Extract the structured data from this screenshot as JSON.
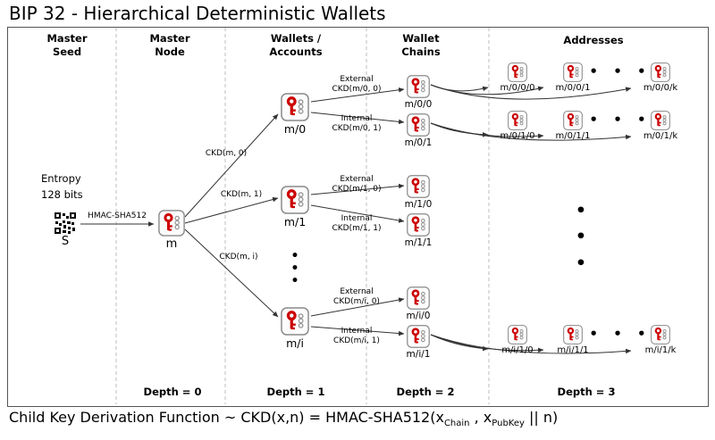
{
  "title": "BIP 32 - Hierarchical Deterministic Wallets",
  "columns": {
    "master_seed": "Master\nSeed",
    "master_node": "Master\nNode",
    "wallets": "Wallets /\nAccounts",
    "chains": "Wallet\nChains",
    "addresses": "Addresses"
  },
  "seed": {
    "entropy": "Entropy\n128 bits",
    "label": "S",
    "hmac_label": "HMAC-SHA512"
  },
  "master": {
    "label": "m"
  },
  "ckd_labels": [
    "CKD(m, 0)",
    "CKD(m, 1)",
    "CKD(m, i)"
  ],
  "wallet_labels": [
    "m/0",
    "m/1",
    "m/i"
  ],
  "edge_labels": [
    "External\nCKD(m/0, 0)",
    "Internal\nCKD(m/0, 1)",
    "External\nCKD(m/1, 0)",
    "Internal\nCKD(m/1, 1)",
    "External\nCKD(m/i, 0)",
    "Internal\nCKD(m/i, 1)"
  ],
  "chain_labels": [
    "m/0/0",
    "m/0/1",
    "m/1/0",
    "m/1/1",
    "m/i/0",
    "m/i/1"
  ],
  "address_groups": [
    {
      "labels": [
        "m/0/0/0",
        "m/0/0/1",
        "m/0/0/k"
      ]
    },
    {
      "labels": [
        "m/0/1/0",
        "m/0/1/1",
        "m/0/1/k"
      ]
    },
    {
      "labels": [
        "m/i/1/0",
        "m/i/1/1",
        "m/i/1/k"
      ]
    }
  ],
  "dots_h": "• • •",
  "dots_v": "•\n•\n•",
  "depth_labels": [
    "Depth = 0",
    "Depth = 1",
    "Depth = 2",
    "Depth = 3"
  ],
  "footer": {
    "prefix": "Child Key Derivation Function ~  CKD(x,n) = HMAC-SHA512(x",
    "sub_chain": "Chain",
    "middle": " , x",
    "sub_pubkey": "PubKey",
    "suffix": " || n)"
  },
  "colors": {
    "key_red": "#cc0000",
    "arrow": "#333333"
  }
}
